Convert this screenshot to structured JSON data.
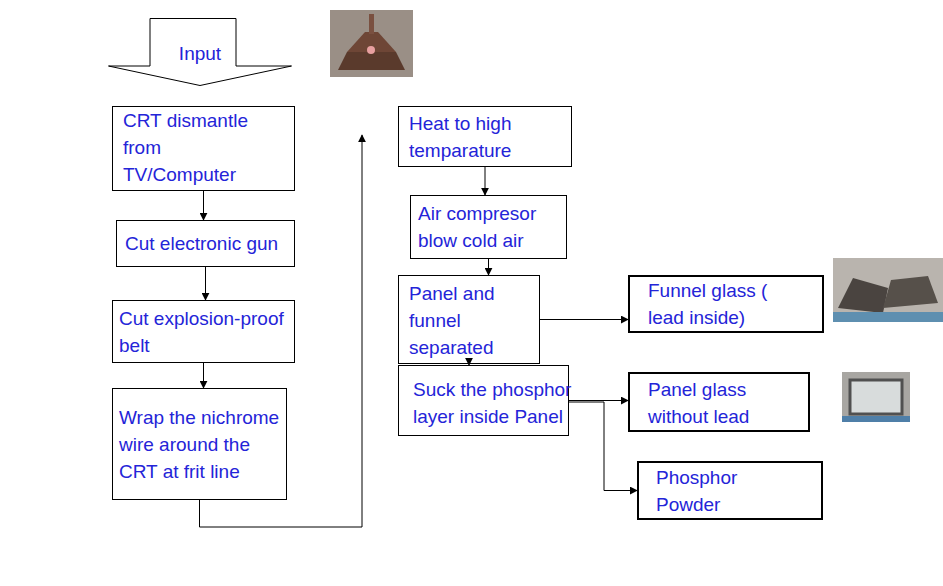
{
  "diagram": {
    "nodes": [
      {
        "text": [
          "Input"
        ]
      },
      {
        "text": [
          "CRT dismantle from TV/Computer"
        ]
      },
      {
        "text": [
          "Cut electronic gun"
        ]
      },
      {
        "text": [
          "Cut explosion-proof belt"
        ]
      },
      {
        "text": [
          "Wrap the nichrome wire around the CRT at frit line"
        ]
      },
      {
        "text": [
          "Heat to high temparature"
        ]
      },
      {
        "text": [
          "Air compresor blow cold air"
        ]
      },
      {
        "text": [
          "Panel and funnel separated"
        ]
      },
      {
        "text": [
          "Funnel glass ( lead inside)"
        ]
      },
      {
        "text": [
          "Suck the phosphor layer inside Panel"
        ]
      },
      {
        "text": [
          "Panel glass without lead"
        ]
      },
      {
        "text": [
          "Phosphor Powder"
        ]
      }
    ],
    "edges": [
      {
        "from": 1,
        "to": 2,
        "arrow": "to"
      },
      {
        "from": 2,
        "to": 3,
        "arrow": "to"
      },
      {
        "from": 3,
        "to": 4,
        "arrow": "to"
      },
      {
        "from": 4,
        "to": 5,
        "arrow": "to"
      },
      {
        "from": 5,
        "to": 6,
        "arrow": "to"
      },
      {
        "from": 6,
        "to": 7,
        "arrow": "to"
      },
      {
        "from": 7,
        "to": 8,
        "arrow": "to"
      },
      {
        "from": 7,
        "to": 9,
        "arrow": "to"
      },
      {
        "from": 9,
        "to": 10,
        "arrow": "to"
      },
      {
        "from": 9,
        "to": 11,
        "arrow": "to"
      }
    ]
  }
}
